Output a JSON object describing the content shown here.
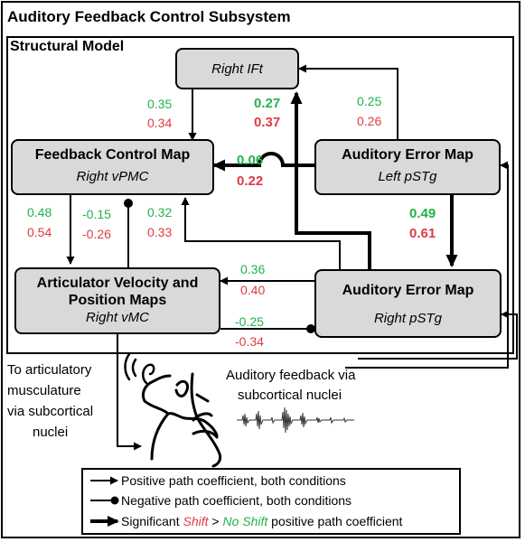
{
  "title": "Auditory Feedback Control Subsystem",
  "subtitle": "Structural Model",
  "nodes": {
    "ifg": {
      "region": "Right IFt"
    },
    "fcm": {
      "name": "Feedback Control Map",
      "region": "Right vPMC"
    },
    "aem_left": {
      "name": "Auditory Error Map",
      "region": "Left pSTg"
    },
    "avp": {
      "name_line1": "Articulator Velocity and",
      "name_line2": "Position Maps",
      "region": "Right vMC"
    },
    "aem_right": {
      "name": "Auditory Error Map",
      "region": "Right pSTg"
    }
  },
  "coefficients": {
    "fcm_to_ifg": {
      "no_shift": "0.35",
      "shift": "0.34"
    },
    "ifg_aeml": {
      "no_shift": "0.27",
      "shift": "0.37"
    },
    "aeml_ifg": {
      "no_shift": "0.25",
      "shift": "0.26"
    },
    "aeml_fcm": {
      "no_shift": "0.06",
      "shift": "0.22"
    },
    "aeml_aemr": {
      "no_shift": "0.49",
      "shift": "0.61"
    },
    "fcm_avp": {
      "no_shift": "0.48",
      "shift": "0.54"
    },
    "avp_fcm": {
      "no_shift": "-0.15",
      "shift": "-0.26"
    },
    "aemr_fcm": {
      "no_shift": "0.32",
      "shift": "0.33"
    },
    "aemr_avp": {
      "no_shift": "0.36",
      "shift": "0.40"
    },
    "avp_aemr": {
      "no_shift": "-0.25",
      "shift": "-0.34"
    }
  },
  "annotations": {
    "to_muscles": [
      "To articulatory",
      "musculature",
      "via subcortical",
      "nuclei"
    ],
    "auditory_feedback": [
      "Auditory feedback via",
      "subcortical nuclei"
    ]
  },
  "legend": {
    "positive": "Positive path coefficient, both conditions",
    "negative": "Negative path coefficient, both conditions",
    "significant_prefix": "Significant ",
    "shift": "Shift",
    "gt": " > ",
    "no_shift": "No Shift",
    "significant_suffix": " positive path coefficient"
  },
  "colors": {
    "no_shift": "#22b24c",
    "shift": "#e03a45",
    "node_fill": "#d9d9d9"
  },
  "icons": [
    "head-profile-icon",
    "sound-waves-icon",
    "waveform-icon"
  ]
}
